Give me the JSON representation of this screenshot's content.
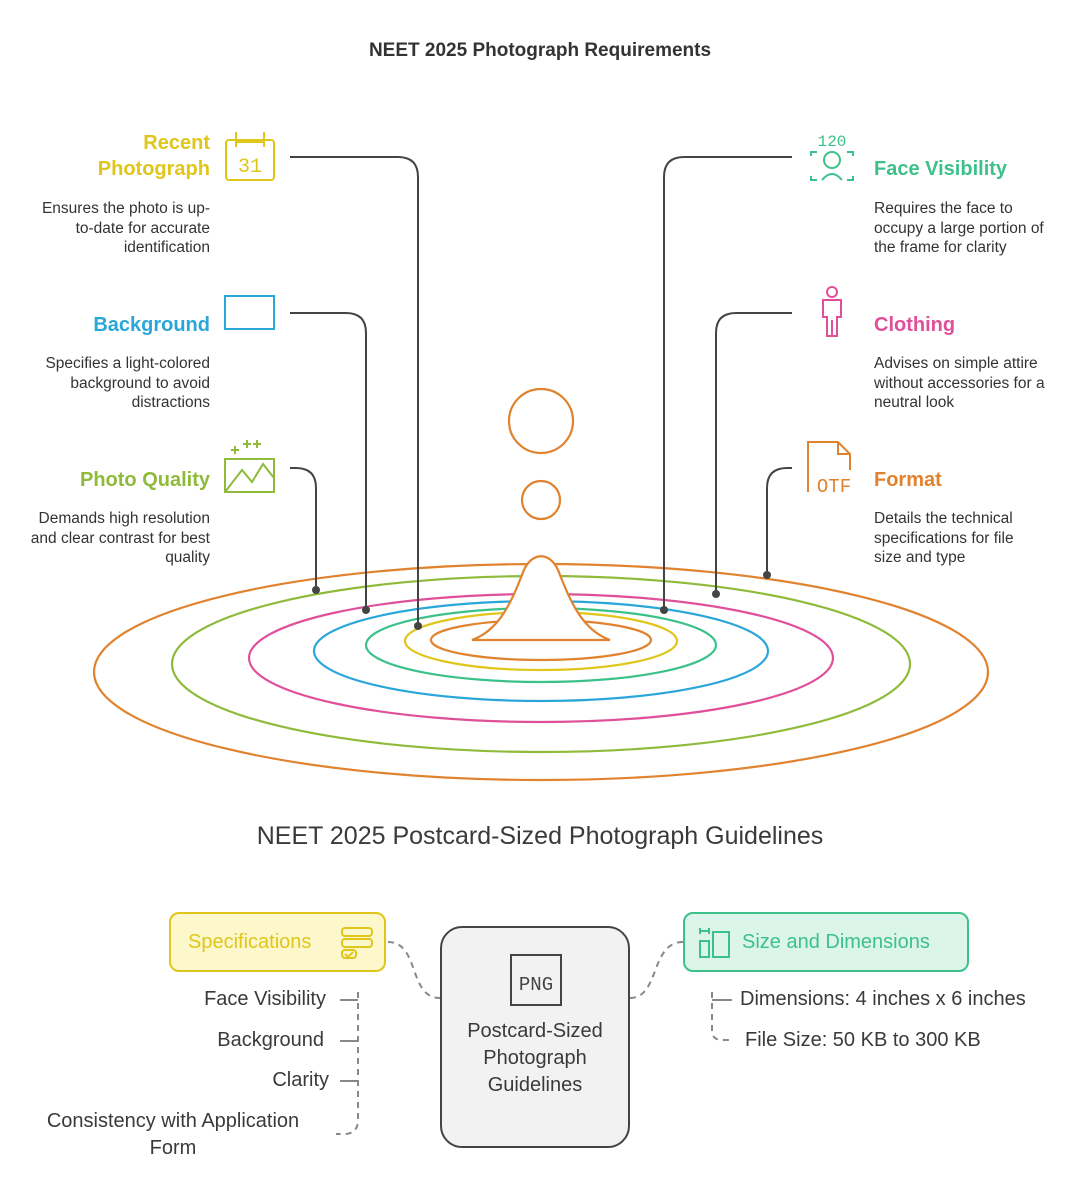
{
  "diagram1": {
    "title": "NEET 2025 Photograph Requirements",
    "left_items": [
      {
        "heading": "Recent Photograph",
        "description": "Ensures the photo is up-to-date for accurate identification",
        "color": "#e0c61a",
        "icon": "calendar-icon"
      },
      {
        "heading": "Background",
        "description": "Specifies a light-colored background to avoid distractions",
        "color": "#2aa7d8",
        "icon": "rectangle-icon"
      },
      {
        "heading": "Photo Quality",
        "description": "Demands high resolution and clear contrast for best quality",
        "color": "#8fba3a",
        "icon": "image-sparkle-icon"
      }
    ],
    "right_items": [
      {
        "heading": "Face Visibility",
        "description": "Requires the face to occupy a large portion of the frame for clarity",
        "color": "#3cc18a",
        "icon": "face-scan-icon",
        "icon_text": "120"
      },
      {
        "heading": "Clothing",
        "description": "Advises on simple attire without accessories for a neutral look",
        "color": "#e0509a",
        "icon": "person-icon"
      },
      {
        "heading": "Format",
        "description": "Details the technical specifications for file size and type",
        "color": "#e0822e",
        "icon": "otf-file-icon",
        "icon_text": "OTF"
      }
    ],
    "ring_colors": [
      "#e0822e",
      "#8fba3a",
      "#e0509a",
      "#2aa7d8",
      "#3cc18a",
      "#e0c61a",
      "#e0822e"
    ],
    "drop_color": "#e0822e"
  },
  "diagram2": {
    "title": "NEET 2025 Postcard-Sized Photograph Guidelines",
    "center": {
      "label": "Postcard-Sized Photograph Guidelines",
      "icon": "png-file-icon",
      "icon_text": "PNG"
    },
    "left": {
      "label": "Specifications",
      "icon": "list-check-icon",
      "color": "#e0c61a",
      "fill": "#fdf7cc",
      "items": [
        "Face Visibility",
        "Background",
        "Clarity",
        "Consistency with Application Form"
      ]
    },
    "right": {
      "label": "Size and Dimensions",
      "icon": "resize-icon",
      "color": "#3cc18a",
      "fill": "#dcf5ea",
      "items": [
        "Dimensions: 4 inches x 6 inches",
        "File Size: 50 KB to 300 KB"
      ]
    }
  }
}
